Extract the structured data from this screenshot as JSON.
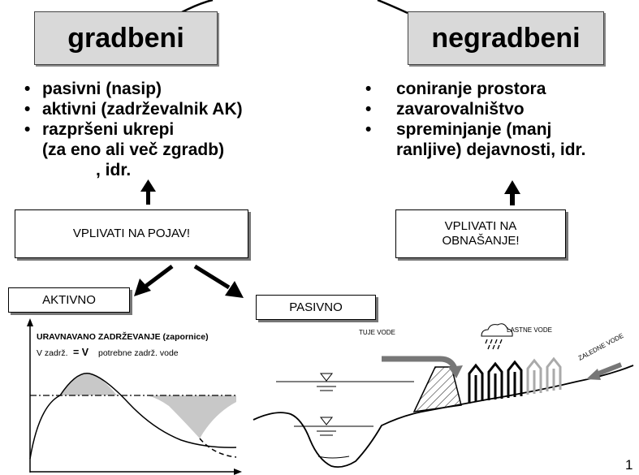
{
  "structural": {
    "title": "gradbeni",
    "items": [
      "pasivni (nasip)",
      "aktivni (zadrževalnik AK)",
      "razpršeni ukrepi",
      "(za eno ali več zgradb)",
      ", idr."
    ]
  },
  "nonstructural": {
    "title": "negradbeni",
    "items": [
      "coniranje prostora",
      "zavarovalništvo",
      "spreminjanje (manj",
      "ranljive) dejavnosti, idr."
    ]
  },
  "influence_event": "VPLIVATI NA POJAV!",
  "influence_behaviour": [
    "VPLIVATI NA",
    "OBNAŠANJE!"
  ],
  "active_label": "AKTIVNO",
  "passive_label": "PASIVNO",
  "active_chart": {
    "title": "URAVNAVANO ZADRŽEVANJE (zapornice)",
    "formula_left": "V zadrž.",
    "formula_eq": "= V",
    "formula_right": "potrebne zadrž. vode"
  },
  "passive_labels": {
    "foreign_water": "TUJE VODE",
    "own_water": "LASTNE VODE",
    "hinterland_water": "ZALEDNE VODE"
  },
  "page_number": "1",
  "colors": {
    "box_fill": "#d9d9d9",
    "shade": "#c8c8c8"
  }
}
